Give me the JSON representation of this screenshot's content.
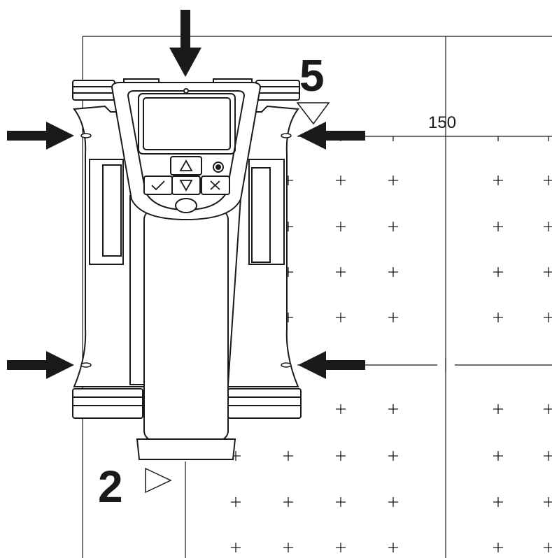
{
  "labels": {
    "step_top": "5",
    "step_bottom": "2",
    "dimension": "150"
  },
  "device": {
    "buttons": [
      {
        "name": "up-button",
        "glyph": "△"
      },
      {
        "name": "ok-button",
        "glyph": "✓"
      },
      {
        "name": "down-button",
        "glyph": "▽"
      },
      {
        "name": "cancel-button",
        "glyph": "✕"
      }
    ]
  },
  "colors": {
    "line": "#1a1a1a",
    "background": "#ffffff",
    "device_fill": "#ffffff"
  }
}
